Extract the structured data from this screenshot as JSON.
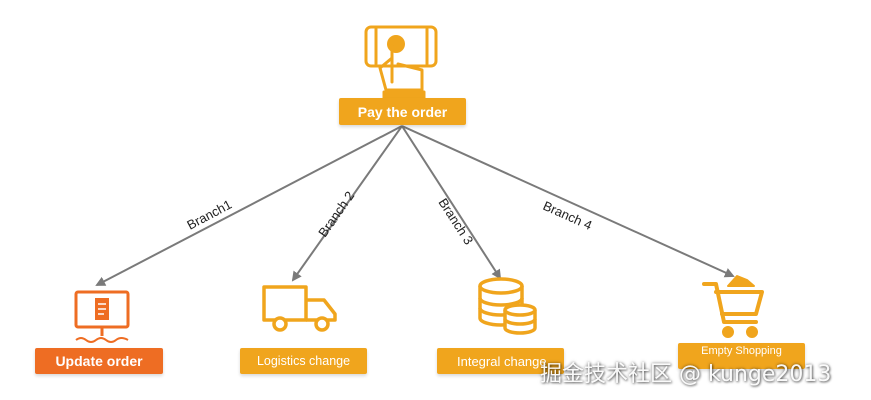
{
  "colors": {
    "orange": "#f0a51d",
    "red_orange": "#ee6d23",
    "arrow": "#7a7a7a",
    "text_on_pill": "#ffffff"
  },
  "root": {
    "label": "Pay the order",
    "icon": "tap-phone-icon"
  },
  "branches": [
    {
      "label": "Branch1",
      "target": "Update order",
      "icon": "monitor-document-icon"
    },
    {
      "label": "Branch 2",
      "target": "Logistics change",
      "icon": "delivery-truck-icon"
    },
    {
      "label": "Branch 3",
      "target": "Integral change",
      "icon": "coin-stack-icon"
    },
    {
      "label": "Branch 4",
      "target": "Empty Shopping",
      "icon": "shopping-cart-icon"
    }
  ],
  "watermark": "掘金技术社区 @ kunge2013"
}
